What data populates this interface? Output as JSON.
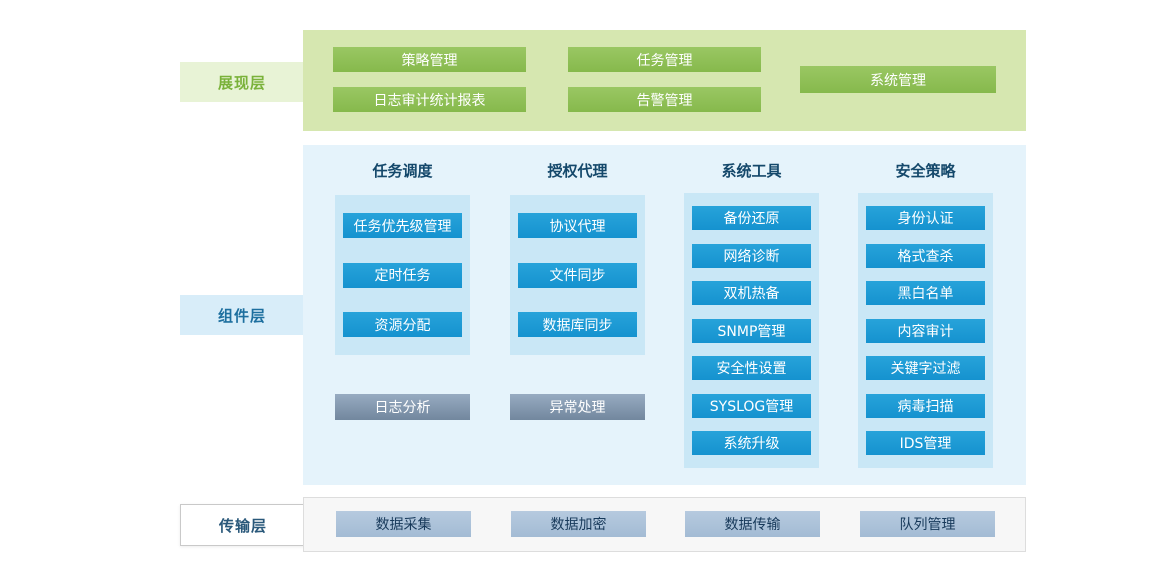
{
  "layers": {
    "presentation": {
      "label": "展现层",
      "buttons": [
        "策略管理",
        "任务管理",
        "日志审计统计报表",
        "告警管理"
      ],
      "side_button": "系统管理"
    },
    "component": {
      "label": "组件层",
      "columns": [
        {
          "header": "任务调度",
          "items": [
            "任务优先级管理",
            "定时任务",
            "资源分配"
          ],
          "footer": "日志分析"
        },
        {
          "header": "授权代理",
          "items": [
            "协议代理",
            "文件同步",
            "数据库同步"
          ],
          "footer": "异常处理"
        },
        {
          "header": "系统工具",
          "items": [
            "备份还原",
            "网络诊断",
            "双机热备",
            "SNMP管理",
            "安全性设置",
            "SYSLOG管理",
            "系统升级"
          ]
        },
        {
          "header": "安全策略",
          "items": [
            "身份认证",
            "格式查杀",
            "黑白名单",
            "内容审计",
            "关键字过滤",
            "病毒扫描",
            "IDS管理"
          ]
        }
      ]
    },
    "transport": {
      "label": "传输层",
      "buttons": [
        "数据采集",
        "数据加密",
        "数据传输",
        "队列管理"
      ]
    }
  },
  "colors": {
    "presentation_panel": "#d6e7b0",
    "presentation_label_bg": "#e8f3d6",
    "presentation_label_text": "#7ab23a",
    "green_button": "#8ebe55",
    "component_panel": "#e5f3fb",
    "component_subpanel": "#c9e7f6",
    "component_header_text": "#14486b",
    "blue_button": "#1a9ad5",
    "slate_button": "#8096ae",
    "transport_panel": "#f7f7f7",
    "transport_button": "#aac1d9",
    "transport_button_text": "#17395a"
  }
}
